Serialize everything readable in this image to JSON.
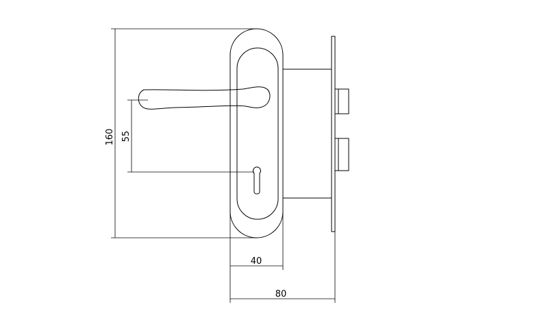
{
  "dimensions": {
    "overall_height": "160",
    "handle_to_keyhole": "55",
    "plate_width": "40",
    "overall_depth": "80"
  }
}
